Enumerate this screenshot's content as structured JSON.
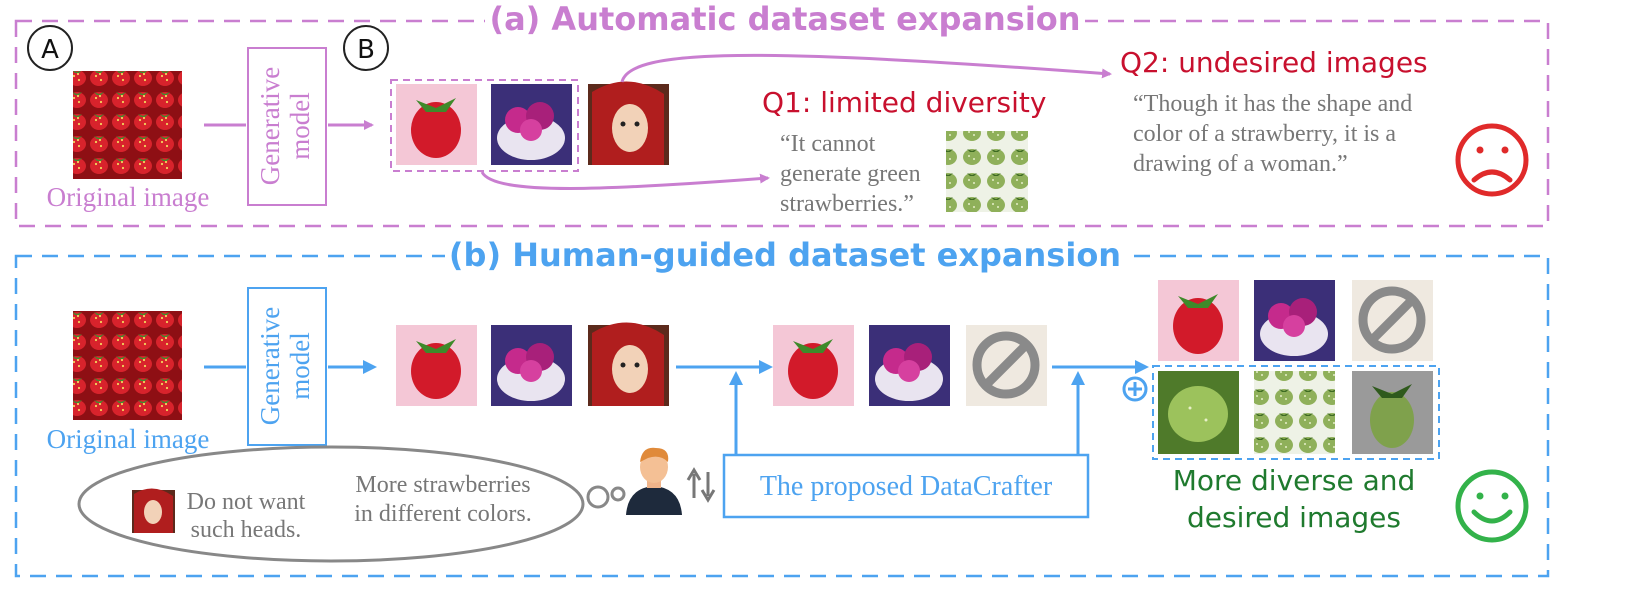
{
  "colors": {
    "purple": "#c97ed0",
    "blue": "#4da3f0",
    "red": "#c8102e",
    "green": "#1f7a2e",
    "gray": "#777777",
    "smile": "#33b24a",
    "frown": "#e02a2a"
  },
  "section_a": {
    "title": "(a) Automatic dataset expansion",
    "marker_a": "A",
    "marker_b": "B",
    "original_label": "Original image",
    "model_label_1": "Generative",
    "model_label_2": "model",
    "q1_title": "Q1: limited diversity",
    "q1_quote": [
      "“It cannot",
      "generate green",
      "strawberries.”"
    ],
    "q2_title": "Q2: undesired images",
    "q2_quote": [
      "“Though it has the shape and",
      "color of a strawberry, it is a",
      "drawing of a woman.”"
    ],
    "frown_icon": "sad-face-icon"
  },
  "section_b": {
    "title": "(b) Human-guided dataset expansion",
    "original_label": "Original image",
    "model_label_1": "Generative",
    "model_label_2": "model",
    "feedback_left": [
      "Do not want",
      "such heads."
    ],
    "feedback_right": [
      "More strawberries",
      "in different colors."
    ],
    "datacrafter_label": "The proposed DataCrafter",
    "result_label": [
      "More diverse and",
      "desired images"
    ],
    "plus_icon": "plus-circle-icon",
    "forbidden_icon": "prohibited-icon",
    "smile_icon": "happy-face-icon",
    "user_icon": "user-avatar-icon",
    "swap_icon": "swap-arrows-icon"
  }
}
